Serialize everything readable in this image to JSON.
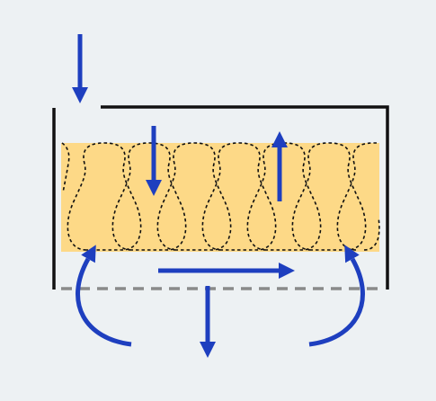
{
  "diagram": {
    "colors": {
      "background": "#edf1f3",
      "insulation_fill": "#fdd987",
      "outline": "#111111",
      "arrow": "#1e3fbf",
      "dashed_line": "#8a8a8a"
    },
    "elements": [
      {
        "name": "wall-frame",
        "kind": "structure",
        "description_icon": "bracket-frame-icon"
      },
      {
        "name": "insulation-batt",
        "kind": "material",
        "description_icon": "insulation-icon",
        "loop_count": 7
      },
      {
        "name": "ceiling-dashed-line",
        "kind": "boundary",
        "description_icon": "dashed-line-icon"
      },
      {
        "name": "arrows",
        "kind": "flow",
        "description_icon": "arrow-icon",
        "count": 7
      }
    ]
  }
}
